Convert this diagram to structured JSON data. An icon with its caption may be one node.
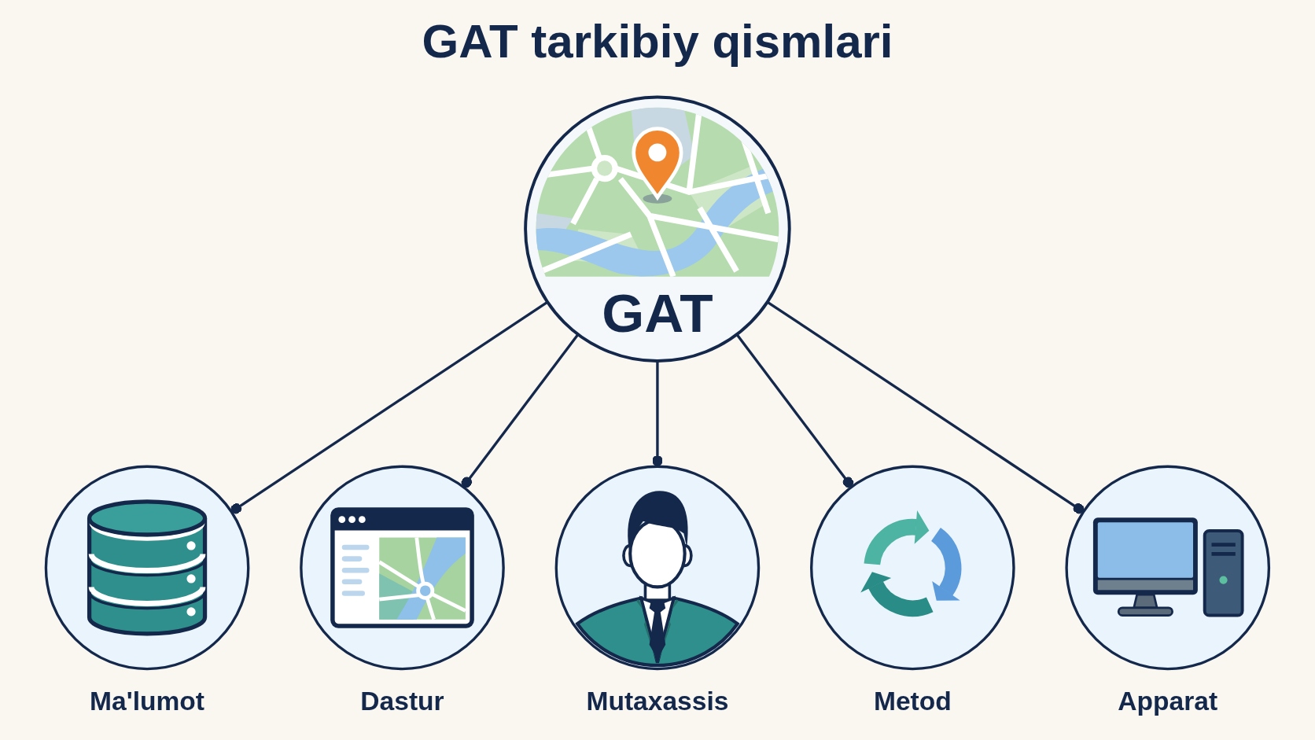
{
  "diagram": {
    "title": "GAT tarkibiy qismlari",
    "nodes": [
      {
        "text": [
          "Ma'lumot"
        ]
      },
      {
        "text": [
          "Dastur"
        ]
      },
      {
        "text": [
          "GAT"
        ]
      },
      {
        "text": [
          "Mutaxassis"
        ]
      },
      {
        "text": [
          "Apparat"
        ]
      },
      {
        "text": [
          "Metod"
        ]
      }
    ],
    "edges": [
      {
        "from": 2,
        "to": 0,
        "arrow": "other"
      },
      {
        "from": 2,
        "to": 1,
        "arrow": "other"
      },
      {
        "from": 2,
        "to": 3,
        "arrow": "other"
      },
      {
        "from": 2,
        "to": 5,
        "arrow": "other"
      },
      {
        "from": 2,
        "to": 4,
        "arrow": "other"
      }
    ]
  }
}
